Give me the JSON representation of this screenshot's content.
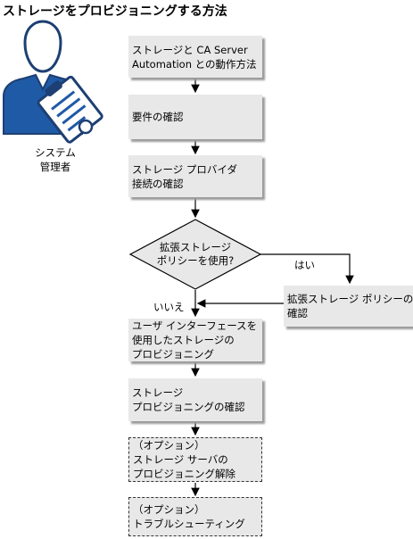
{
  "title": "ストレージをプロビジョニングする方法",
  "actor": {
    "line1": "システム",
    "line2": "管理者"
  },
  "steps": [
    {
      "lines": [
        "ストレージと CA Server",
        "Automation との動作方法"
      ]
    },
    {
      "lines": [
        "要件の確認"
      ]
    },
    {
      "lines": [
        "ストレージ プロバイダ",
        "接続の確認"
      ]
    },
    {
      "lines": [
        "ユーザ インターフェースを",
        "使用したストレージの",
        "プロビジョニング"
      ]
    },
    {
      "lines": [
        "ストレージ",
        "プロビジョニングの確認"
      ]
    },
    {
      "lines": [
        "（オプション）",
        "ストレージ サーバの",
        "プロビジョニング解除"
      ]
    },
    {
      "lines": [
        "（オプション）",
        "トラブルシューティング"
      ]
    }
  ],
  "decision": {
    "lines": [
      "拡張ストレージ",
      "ポリシーを使用?"
    ]
  },
  "branch": {
    "lines": [
      "拡張ストレージ ポリシーの",
      "確認"
    ]
  },
  "yes_label": "はい",
  "no_label": "いいえ",
  "colors": {
    "box_fill": "#e8e8e8",
    "icon_blue": "#1f5aa6",
    "icon_dark": "#1d3f73"
  }
}
